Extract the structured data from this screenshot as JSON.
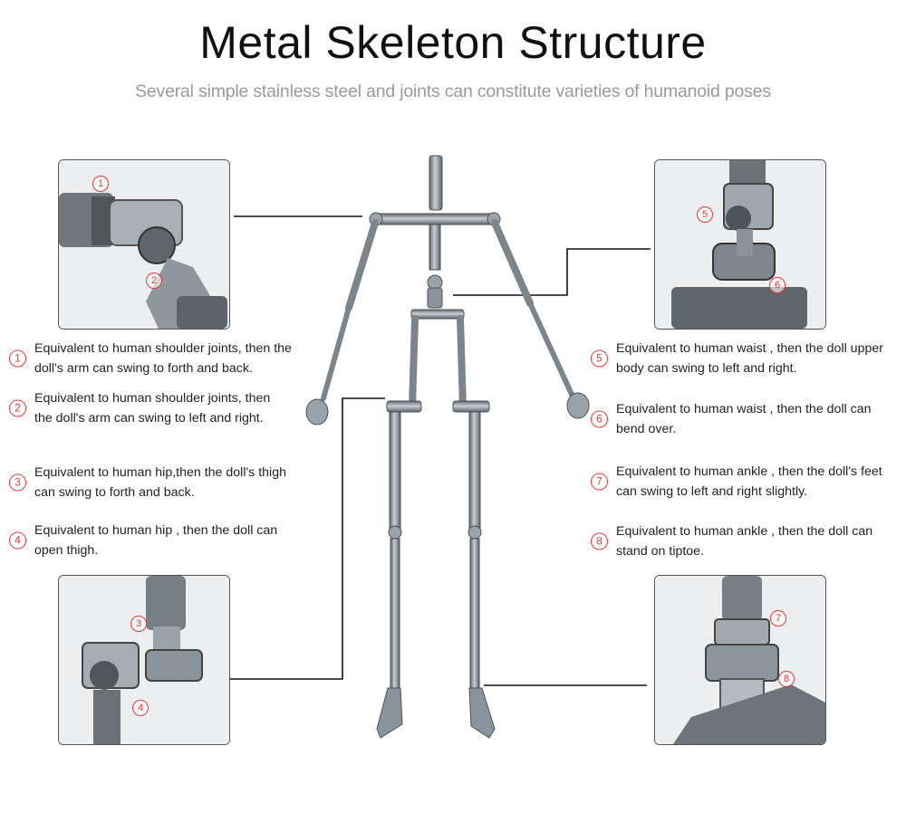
{
  "header": {
    "title": "Metal Skeleton Structure",
    "subtitle": "Several simple stainless steel and joints can constitute varieties of humanoid poses"
  },
  "notes": [
    {
      "num": "1",
      "text": "Equivalent to human shoulder joints, then the doll's arm can swing to forth and back."
    },
    {
      "num": "2",
      "text": "Equivalent to human shoulder joints, then the doll's arm can swing to left and right."
    },
    {
      "num": "3",
      "text": "Equivalent to human hip,then the doll's thigh can swing to forth and back."
    },
    {
      "num": "4",
      "text": "Equivalent to human hip , then the doll can open thigh."
    },
    {
      "num": "5",
      "text": "Equivalent to human waist , then the doll upper body can swing to left and right."
    },
    {
      "num": "6",
      "text": "Equivalent to human waist , then the doll can bend over."
    },
    {
      "num": "7",
      "text": "Equivalent to human ankle , then the doll's feet can swing to left and right slightly."
    },
    {
      "num": "8",
      "text": "Equivalent to human ankle , then the doll can stand on tiptoe."
    }
  ],
  "panels": {
    "shoulder": {
      "markers": [
        "1",
        "2"
      ]
    },
    "waist": {
      "markers": [
        "5",
        "6"
      ]
    },
    "hip": {
      "markers": [
        "3",
        "4"
      ]
    },
    "ankle": {
      "markers": [
        "7",
        "8"
      ]
    }
  },
  "colors": {
    "marker": "#e23b3b",
    "metal": "#8a949c",
    "connector": "#111111"
  }
}
